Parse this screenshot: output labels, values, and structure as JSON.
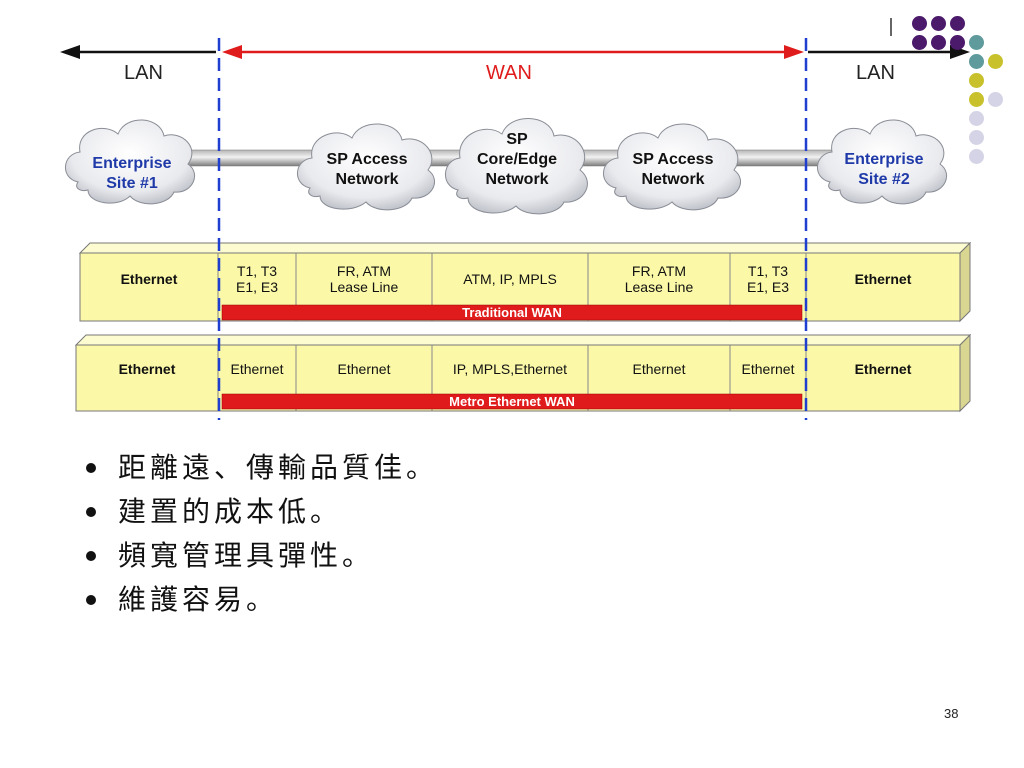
{
  "colors": {
    "purple": "#4b1a6b",
    "teal": "#5f9a9c",
    "olive": "#c8c12c",
    "lavender": "#d5d4e6",
    "wan_red": "#e01b1b",
    "divider_blue": "#1f3fd0",
    "cell_yellow": "#fbf9a8",
    "cloud_label_blue": "#1f3aa8"
  },
  "arrows": {
    "lan_left": "LAN",
    "wan": "WAN",
    "lan_right": "LAN"
  },
  "clouds": [
    {
      "label": "Enterprise\nSite #1",
      "style": "blue"
    },
    {
      "label": "SP Access\nNetwork",
      "style": "black"
    },
    {
      "label": "SP\nCore/Edge\nNetwork",
      "style": "black"
    },
    {
      "label": "SP Access\nNetwork",
      "style": "black"
    },
    {
      "label": "Enterprise\nSite #2",
      "style": "blue"
    }
  ],
  "traditional_row": {
    "cells": [
      "Ethernet",
      "T1, T3\nE1, E3",
      "FR, ATM\nLease Line",
      "ATM, IP, MPLS",
      "FR, ATM\nLease Line",
      "T1, T3\nE1, E3",
      "Ethernet"
    ],
    "bar_label": "Traditional WAN"
  },
  "metro_row": {
    "cells": [
      "Ethernet",
      "Ethernet",
      "Ethernet",
      "IP, MPLS,Ethernet",
      "Ethernet",
      "Ethernet",
      "Ethernet"
    ],
    "bar_label": "Metro Ethernet WAN"
  },
  "bullets": [
    "距離遠、傳輸品質佳。",
    "建置的成本低。",
    "頻寬管理具彈性。",
    "維護容易。"
  ],
  "page_number": "38"
}
